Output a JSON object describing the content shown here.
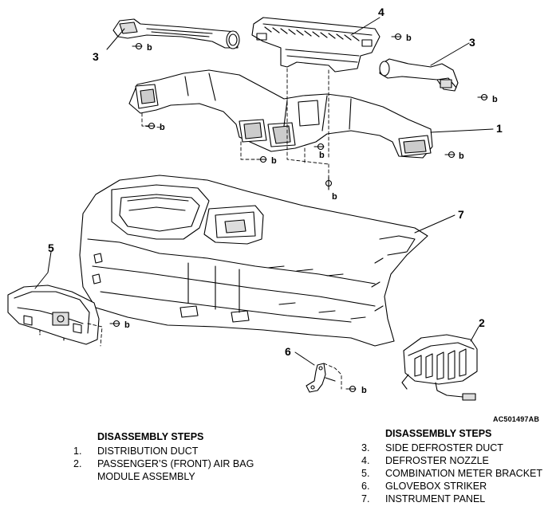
{
  "figure_code": "AC501497AB",
  "callouts": [
    "1",
    "2",
    "3",
    "3",
    "4",
    "5",
    "6",
    "7"
  ],
  "bolt_label": "b",
  "steps_left": {
    "heading": "DISASSEMBLY STEPS",
    "items": [
      {
        "num": "1.",
        "text": "DISTRIBUTION DUCT"
      },
      {
        "num": "2.",
        "text": "PASSENGER’S (FRONT) AIR BAG",
        "cont": "MODULE ASSEMBLY"
      }
    ]
  },
  "steps_right": {
    "heading": "DISASSEMBLY STEPS",
    "items": [
      {
        "num": "3.",
        "text": "SIDE DEFROSTER DUCT"
      },
      {
        "num": "4.",
        "text": "DEFROSTER NOZZLE"
      },
      {
        "num": "5.",
        "text": "COMBINATION METER BRACKET"
      },
      {
        "num": "6.",
        "text": "GLOVEBOX STRIKER"
      },
      {
        "num": "7.",
        "text": "INSTRUMENT PANEL"
      }
    ]
  }
}
